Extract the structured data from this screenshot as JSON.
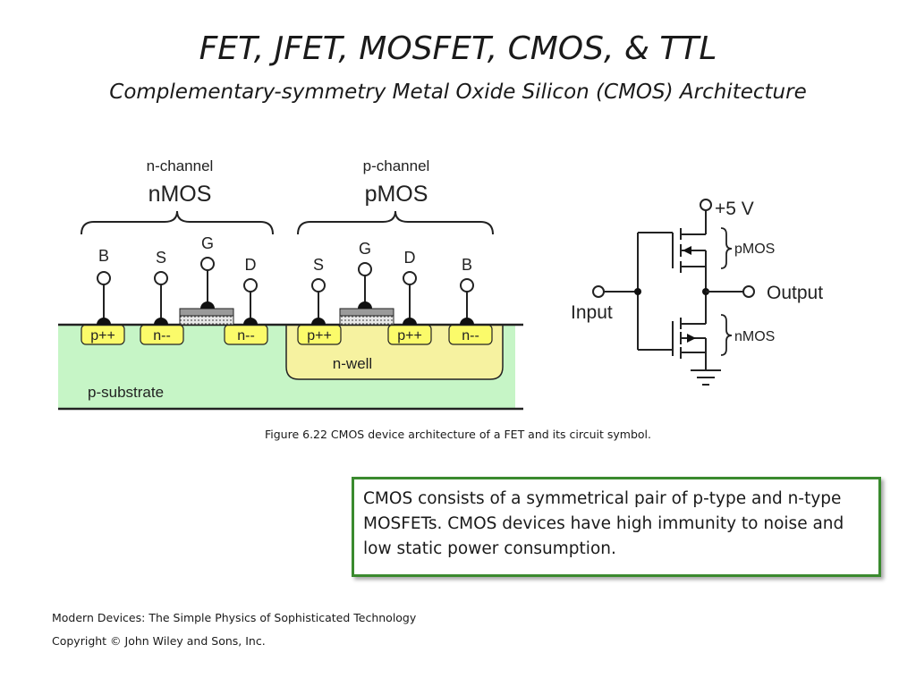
{
  "title": "FET, JFET, MOSFET, CMOS, & TTL",
  "subtitle": "Complementary-symmetry Metal Oxide Silicon (CMOS) Architecture",
  "cross_section": {
    "nmos": {
      "channel_label": "n-channel",
      "device_label": "nMOS"
    },
    "pmos": {
      "channel_label": "p-channel",
      "device_label": "pMOS"
    },
    "terminals": {
      "nmos_b": "B",
      "nmos_s": "S",
      "nmos_g": "G",
      "nmos_d": "D",
      "pmos_s": "S",
      "pmos_g": "G",
      "pmos_d": "D",
      "pmos_b": "B"
    },
    "regions": {
      "r1": "p++",
      "r2": "n--",
      "r3": "n--",
      "r4": "p++",
      "r5": "p++",
      "r6": "n--"
    },
    "nwell_label": "n-well",
    "substrate_label": "p-substrate",
    "colors": {
      "substrate": "#c6f5c6",
      "nwell": "#f6f2a0",
      "diffusion": "#fbfb6a"
    }
  },
  "circuit": {
    "supply_label": "+5 V",
    "pmos_label": "pMOS",
    "nmos_label": "nMOS",
    "input_label": "Input",
    "output_label": "Output"
  },
  "caption": "Figure 6.22 CMOS device architecture of a FET and its circuit symbol.",
  "note": "CMOS consists of a symmetrical pair of p-type and n-type MOSFETs.  CMOS devices have high immunity to noise and low static power consumption.",
  "footer": {
    "line1": "Modern Devices: The Simple Physics of Sophisticated Technology",
    "line2": "Copyright © John Wiley and Sons, Inc."
  }
}
